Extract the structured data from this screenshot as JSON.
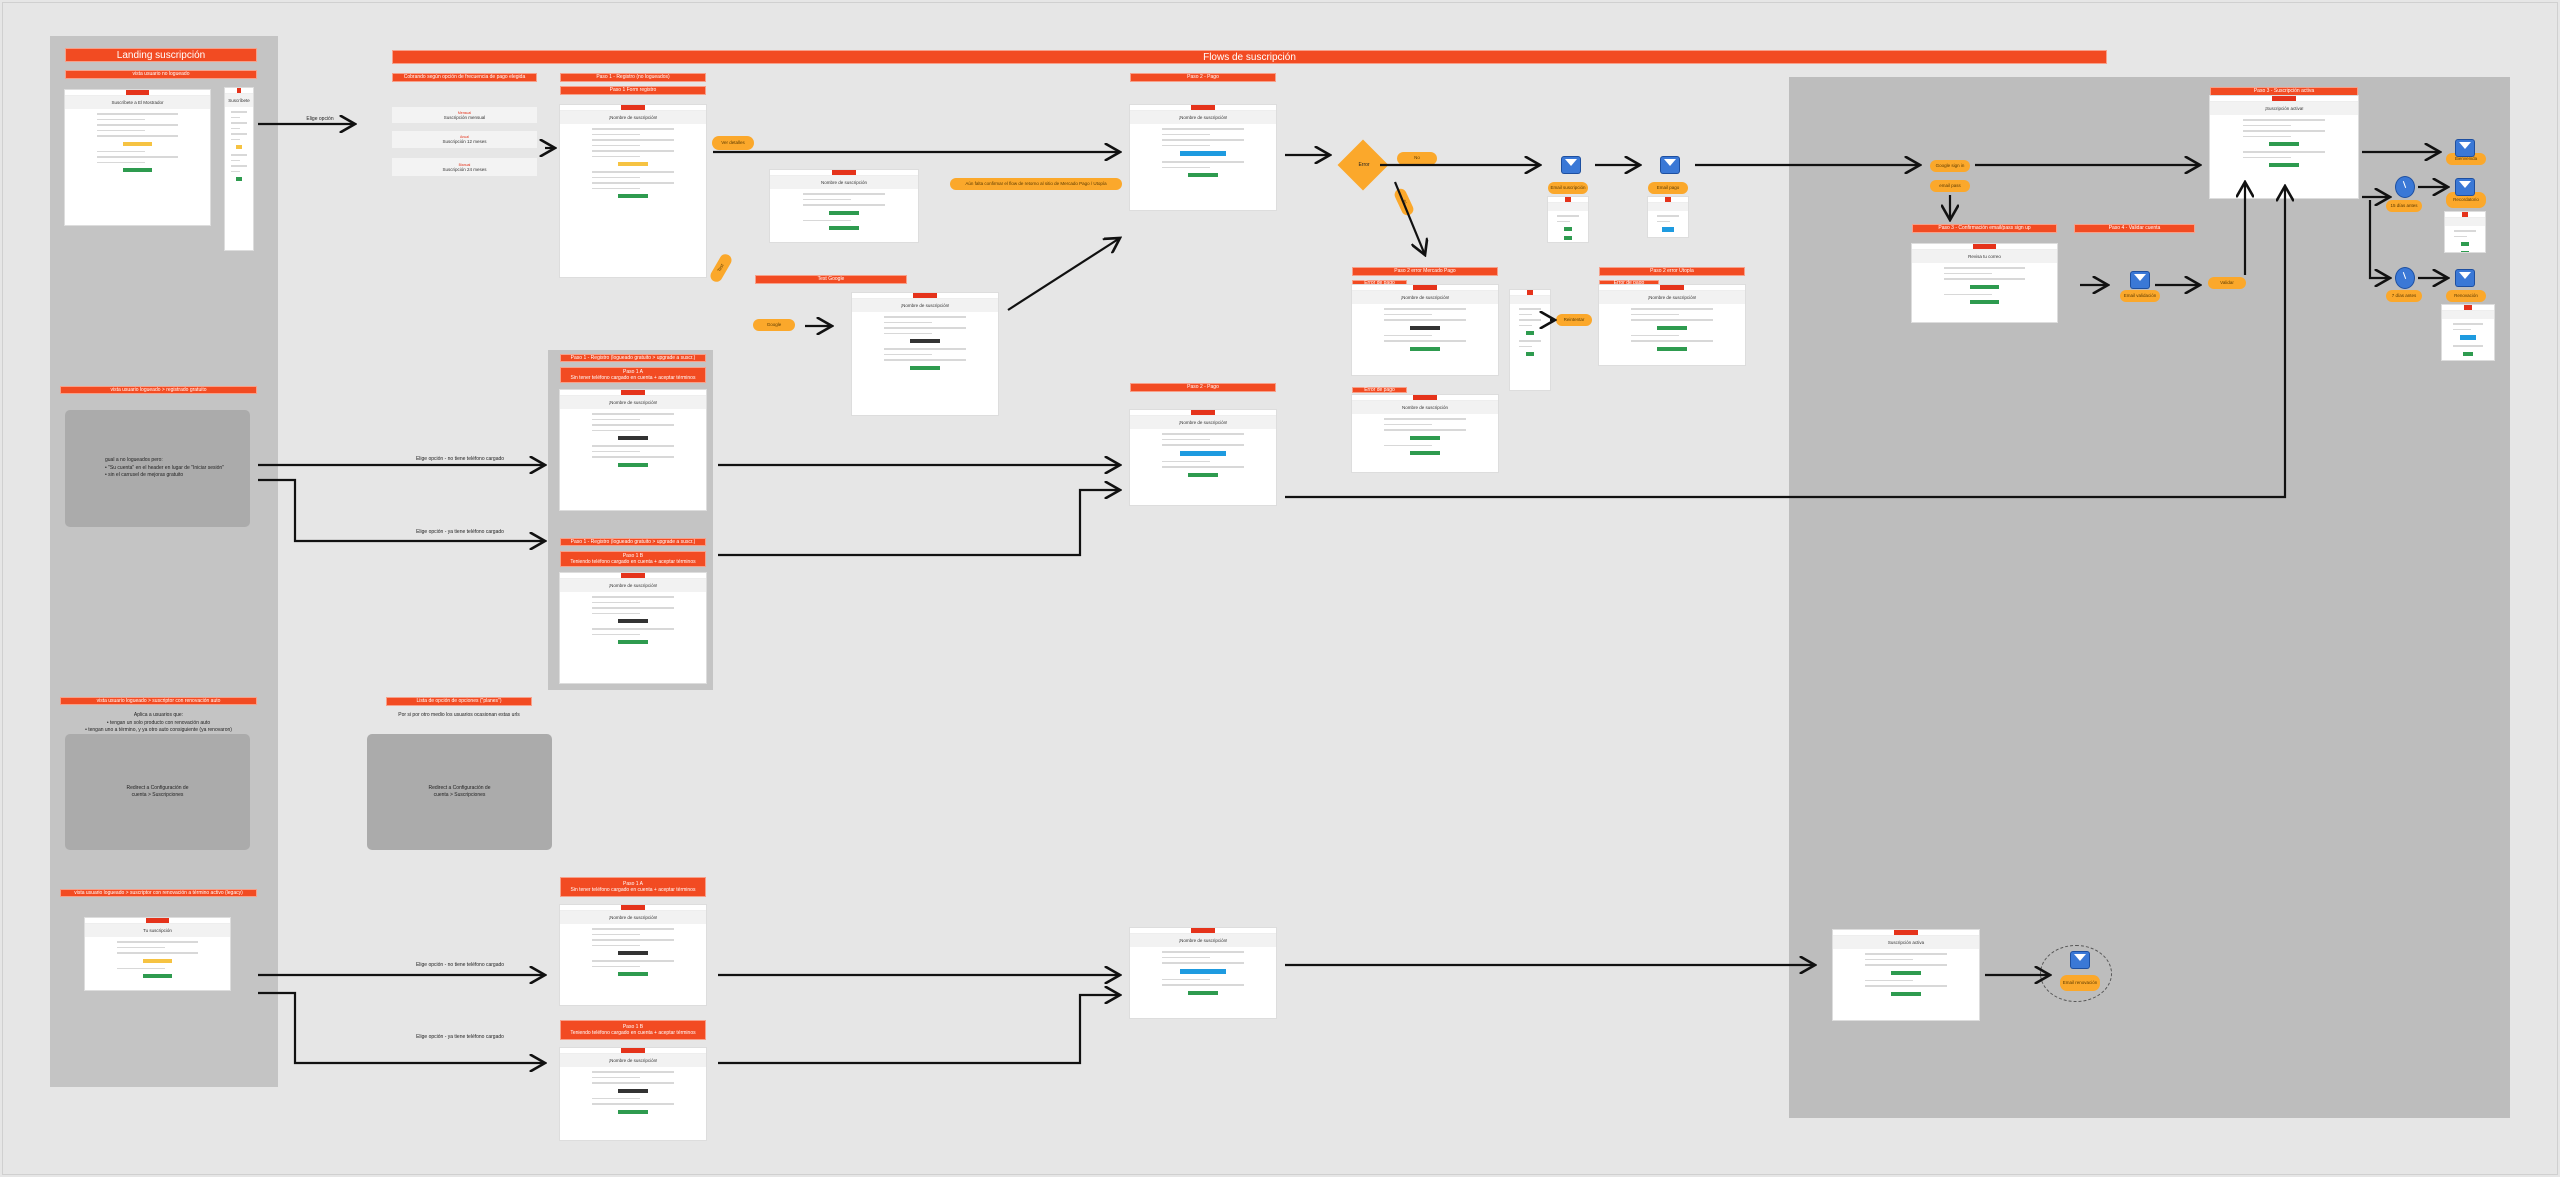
{
  "title": "Flows de suscripción",
  "labels": [
    {
      "id": "landing_title",
      "text": "Landing suscripción"
    },
    {
      "id": "l_no_log",
      "text": "vista usuario no logueado"
    },
    {
      "id": "l_gratuito",
      "text": "vista usuario logueado > registrado gratuito"
    },
    {
      "id": "l_auto",
      "text": "vista usuario logueado > suscriptor con renovación auto"
    },
    {
      "id": "l_legacy",
      "text": "vista usuario logueado > suscriptor con renovación a término activo (legacy)"
    },
    {
      "id": "flows",
      "text": "Flows de suscripción"
    },
    {
      "id": "cobrando",
      "text": "Cobrando según opción de frecuencia de pago elegida"
    },
    {
      "id": "p1",
      "text": "Paso 1 - Registro (no logueados)"
    },
    {
      "id": "p1form",
      "text": "Paso 1 Form registro"
    },
    {
      "id": "p2",
      "text": "Paso 2 - Pago"
    },
    {
      "id": "p2b",
      "text": "Paso 2 - Pago"
    },
    {
      "id": "p3",
      "text": "Paso 3 - Suscripción activa"
    },
    {
      "id": "p3conf",
      "text": "Paso 3 - Confirmación email/pass sign up"
    },
    {
      "id": "p4",
      "text": "Paso 4 - Validar cuenta"
    },
    {
      "id": "p2mp",
      "text": "Paso 2 error Mercado Pago"
    },
    {
      "id": "p2mp_sub",
      "text": "Error de pago"
    },
    {
      "id": "p2mp2",
      "text": "Error de pago"
    },
    {
      "id": "p2u",
      "text": "Paso 2 error Utopía"
    },
    {
      "id": "p2u_sub",
      "text": "Error de pago"
    },
    {
      "id": "test",
      "text": "Test Google"
    },
    {
      "id": "grp_p1",
      "text": "Paso 1 - Registro (logueado gratuito > upgrade a suscr.)"
    },
    {
      "id": "grp_p1a",
      "text": "Paso 1 A\nSin tener teléfono cargado en cuenta + aceptar términos"
    },
    {
      "id": "grp_p1b_t",
      "text": "Paso 1 - Registro (logueado gratuito > upgrade a suscr.)"
    },
    {
      "id": "grp_p1b",
      "text": "Paso 1 B\nTeniendo teléfono cargado en cuenta + aceptar términos"
    },
    {
      "id": "lista",
      "text": "Lista de opción de opciones (\"planes\")"
    },
    {
      "id": "bot_p1a",
      "text": "Paso 1 A\nSin tener teléfono cargado en cuenta + aceptar términos"
    },
    {
      "id": "bot_p1b",
      "text": "Paso 1 B\nTeniendo teléfono cargado en cuenta + aceptar términos"
    }
  ],
  "options": [
    {
      "id": "opt1",
      "tag": "Mensual",
      "text": "Suscripción mensual"
    },
    {
      "id": "opt2",
      "tag": "Anual",
      "text": "Suscripción 12 meses"
    },
    {
      "id": "opt3",
      "tag": "Bianual",
      "text": "Suscripción 24 meses"
    }
  ],
  "pills": [
    {
      "id": "pl_det",
      "text": "Ver detalles"
    },
    {
      "id": "pl_warn",
      "text": "Aún falta confirmar el flow de retorno al sitio de Mercado Pago / Utopía"
    },
    {
      "id": "pl_google",
      "text": "Google"
    },
    {
      "id": "pl_diag",
      "text": "Test"
    },
    {
      "id": "pl_no",
      "text": "No"
    },
    {
      "id": "pl_si",
      "text": "Sí"
    },
    {
      "id": "pl_e1",
      "text": "Email suscripción"
    },
    {
      "id": "pl_e2",
      "text": "Email pago"
    },
    {
      "id": "pl_gsi",
      "text": "Google sign in"
    },
    {
      "id": "pl_ep",
      "text": "email pass"
    },
    {
      "id": "pl_retry",
      "text": "Reintentar"
    },
    {
      "id": "pl_ev",
      "text": "Email validación"
    },
    {
      "id": "pl_val",
      "text": "Validar"
    },
    {
      "id": "pl_bien",
      "text": "Bienvenida"
    },
    {
      "id": "pl_rec",
      "text": "Recordatorio"
    },
    {
      "id": "pl_15",
      "text": "15 días antes"
    },
    {
      "id": "pl_7",
      "text": "7 días antes"
    },
    {
      "id": "pl_ren",
      "text": "Renovación"
    },
    {
      "id": "pl_bot",
      "text": "Email renovación"
    }
  ],
  "mockups": [
    {
      "id": "m_land",
      "title": "Suscríbete a El Mostrador",
      "button": "yl"
    },
    {
      "id": "m_land_mobile",
      "title": "Suscríbete",
      "button": "yl"
    },
    {
      "id": "m_p1",
      "title": "¡Nombre de suscripción!",
      "button": "yl"
    },
    {
      "id": "m_p2",
      "title": "¡Nombre de suscripción!",
      "button": "bl"
    },
    {
      "id": "m_mid",
      "title": "Nombre de suscripción",
      "button": "g"
    },
    {
      "id": "m_test",
      "title": "¡Nombre de suscripción!",
      "button": "dk"
    },
    {
      "id": "m_grp_a",
      "title": "¡Nombre de suscripción!",
      "button": "dk"
    },
    {
      "id": "m_grp_b",
      "title": "¡Nombre de suscripción!",
      "button": "dk"
    },
    {
      "id": "m_p2b",
      "title": "¡Nombre de suscripción!",
      "button": "bl"
    },
    {
      "id": "m_p3",
      "title": "¡Suscripción activa!",
      "button": "g"
    },
    {
      "id": "m_p3conf",
      "title": "Revisa tu correo",
      "button": "g"
    },
    {
      "id": "m_mp1",
      "title": "¡Nombre de suscripción!",
      "button": "dk"
    },
    {
      "id": "m_mp2",
      "title": "Nombre de suscripción",
      "button": "g"
    },
    {
      "id": "m_u",
      "title": "¡Nombre de suscripción!",
      "button": "g"
    },
    {
      "id": "m_list",
      "title": "",
      "button": "g"
    },
    {
      "id": "m_bot_a",
      "title": "¡Nombre de suscripción!",
      "button": "dk"
    },
    {
      "id": "m_bot_b",
      "title": "¡Nombre de suscripción!",
      "button": "dk"
    },
    {
      "id": "m_p2c",
      "title": "¡Nombre de suscripción!",
      "button": "bl"
    },
    {
      "id": "m_br",
      "title": "Suscripción activa",
      "button": "g"
    },
    {
      "id": "m_legacy",
      "title": "Tu suscripción",
      "button": "yl"
    },
    {
      "id": "m_e1",
      "title": "",
      "button": "g"
    },
    {
      "id": "m_e2",
      "title": "",
      "button": "bl"
    },
    {
      "id": "m_e3",
      "title": "",
      "button": "g"
    },
    {
      "id": "m_e4",
      "title": "",
      "button": "bl"
    }
  ],
  "notes": [
    {
      "id": "n_grat",
      "text": "gual a no logueados pero:\n• \"Su cuenta\" en el header en lugar de \"Iniciar sesión\"\n• sin el carrusel de mejoras gratuito"
    },
    {
      "id": "n_auto",
      "text": "Redirect a Configuración de\ncuenta > Suscripciones"
    },
    {
      "id": "n_lista",
      "text": "Redirect a Configuración de\ncuenta > Suscripciones"
    }
  ],
  "texts": [
    {
      "id": "t_auto",
      "text": "Aplica a usuarios que:\n• tengan un solo producto con renovación auto\n• tengan uno a término, y ya otro auto consiguiente (ya renovaron)"
    },
    {
      "id": "t_lista",
      "text": "Por si por otro medio los usuarios ocasionan estas urls"
    },
    {
      "id": "t_flujo",
      "text": "Elige opción"
    },
    {
      "id": "t_sin_tel",
      "text": "Elige opción - no tiene teléfono cargado"
    },
    {
      "id": "t_con_tel",
      "text": "Elige opción - ya tiene teléfono cargado"
    },
    {
      "id": "t_sin_tel2",
      "text": "Elige opción - no tiene teléfono cargado"
    },
    {
      "id": "t_con_tel2",
      "text": "Elige opción - ya tiene teléfono cargado"
    },
    {
      "id": "t_error",
      "text": "Error"
    }
  ],
  "colors": {
    "accent": "#f24b22",
    "pill": "#fba82b",
    "panel": "#c4c4c4",
    "panel_dark": "#bdbdbd",
    "canvas": "#e6e6e6"
  }
}
